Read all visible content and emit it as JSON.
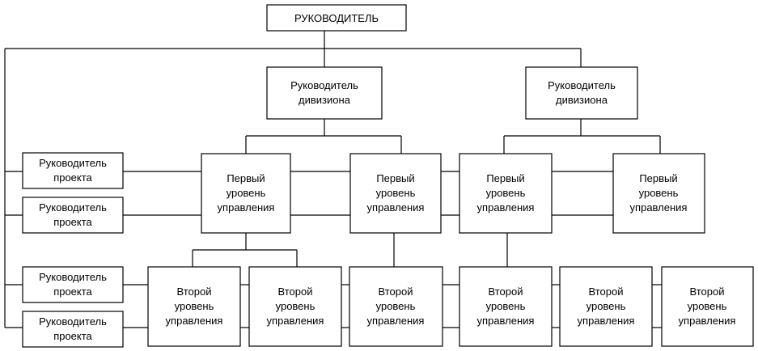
{
  "diagram": {
    "top_manager": "РУКОВОДИТЕЛЬ",
    "division_heads": [
      [
        "Руководитель",
        "дивизиона"
      ],
      [
        "Руководитель",
        "дивизиона"
      ]
    ],
    "project_managers": [
      [
        "Руководитель",
        "проекта"
      ],
      [
        "Руководитель",
        "проекта"
      ],
      [
        "Руководитель",
        "проекта"
      ],
      [
        "Руководитель",
        "проекта"
      ]
    ],
    "first_level": [
      [
        "Первый",
        "уровень",
        "управления"
      ],
      [
        "Первый",
        "уровень",
        "управления"
      ],
      [
        "Первый",
        "уровень",
        "управления"
      ],
      [
        "Первый",
        "уровень",
        "управления"
      ]
    ],
    "second_level": [
      [
        "Второй",
        "уровень",
        "управления"
      ],
      [
        "Второй",
        "уровень",
        "управления"
      ],
      [
        "Второй",
        "уровень",
        "управления"
      ],
      [
        "Второй",
        "уровень",
        "управления"
      ],
      [
        "Второй",
        "уровень",
        "управления"
      ],
      [
        "Второй",
        "уровень",
        "управления"
      ]
    ]
  }
}
